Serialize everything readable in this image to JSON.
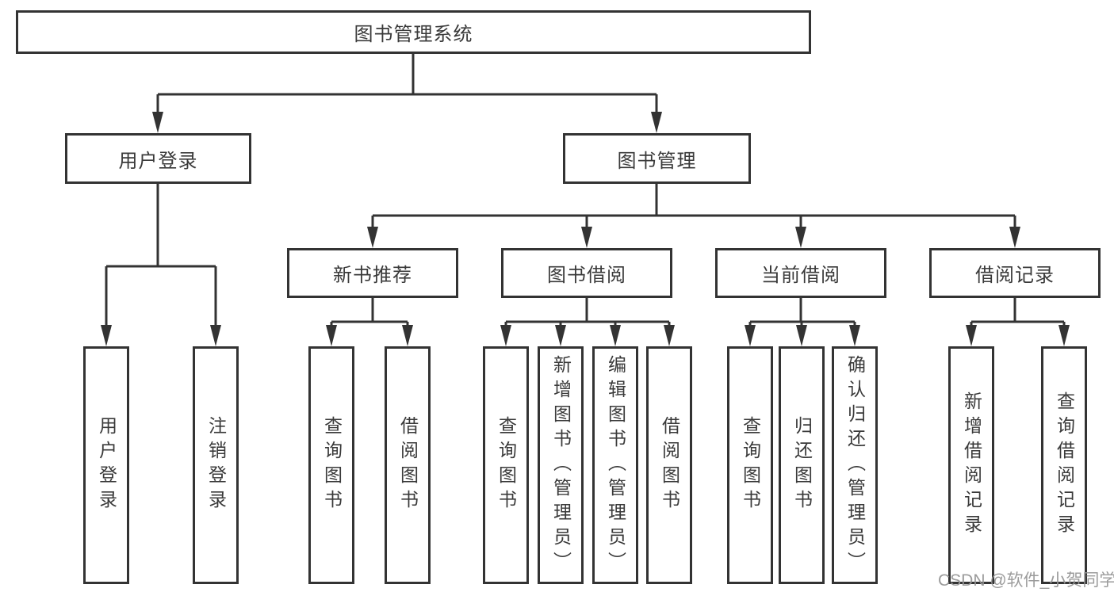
{
  "tree": {
    "root": "图书管理系统",
    "children": [
      {
        "label": "用户登录",
        "children": [
          "用户登录",
          "注销登录"
        ]
      },
      {
        "label": "图书管理",
        "children": [
          {
            "label": "新书推荐",
            "children": [
              "查询图书",
              "借阅图书"
            ]
          },
          {
            "label": "图书借阅",
            "children": [
              "查询图书",
              "新增图书（管理员）",
              "编辑图书（管理员）",
              "借阅图书"
            ]
          },
          {
            "label": "当前借阅",
            "children": [
              "查询图书",
              "归还图书",
              "确认归还（管理员）"
            ]
          },
          {
            "label": "借阅记录",
            "children": [
              "新增借阅记录",
              "查询借阅记录"
            ]
          }
        ]
      }
    ]
  },
  "colors": {
    "line": "#333333",
    "text": "#3a3a3a",
    "watermark": "#969696"
  },
  "watermark": {
    "text": "CSDN @软件_小贺同学"
  }
}
